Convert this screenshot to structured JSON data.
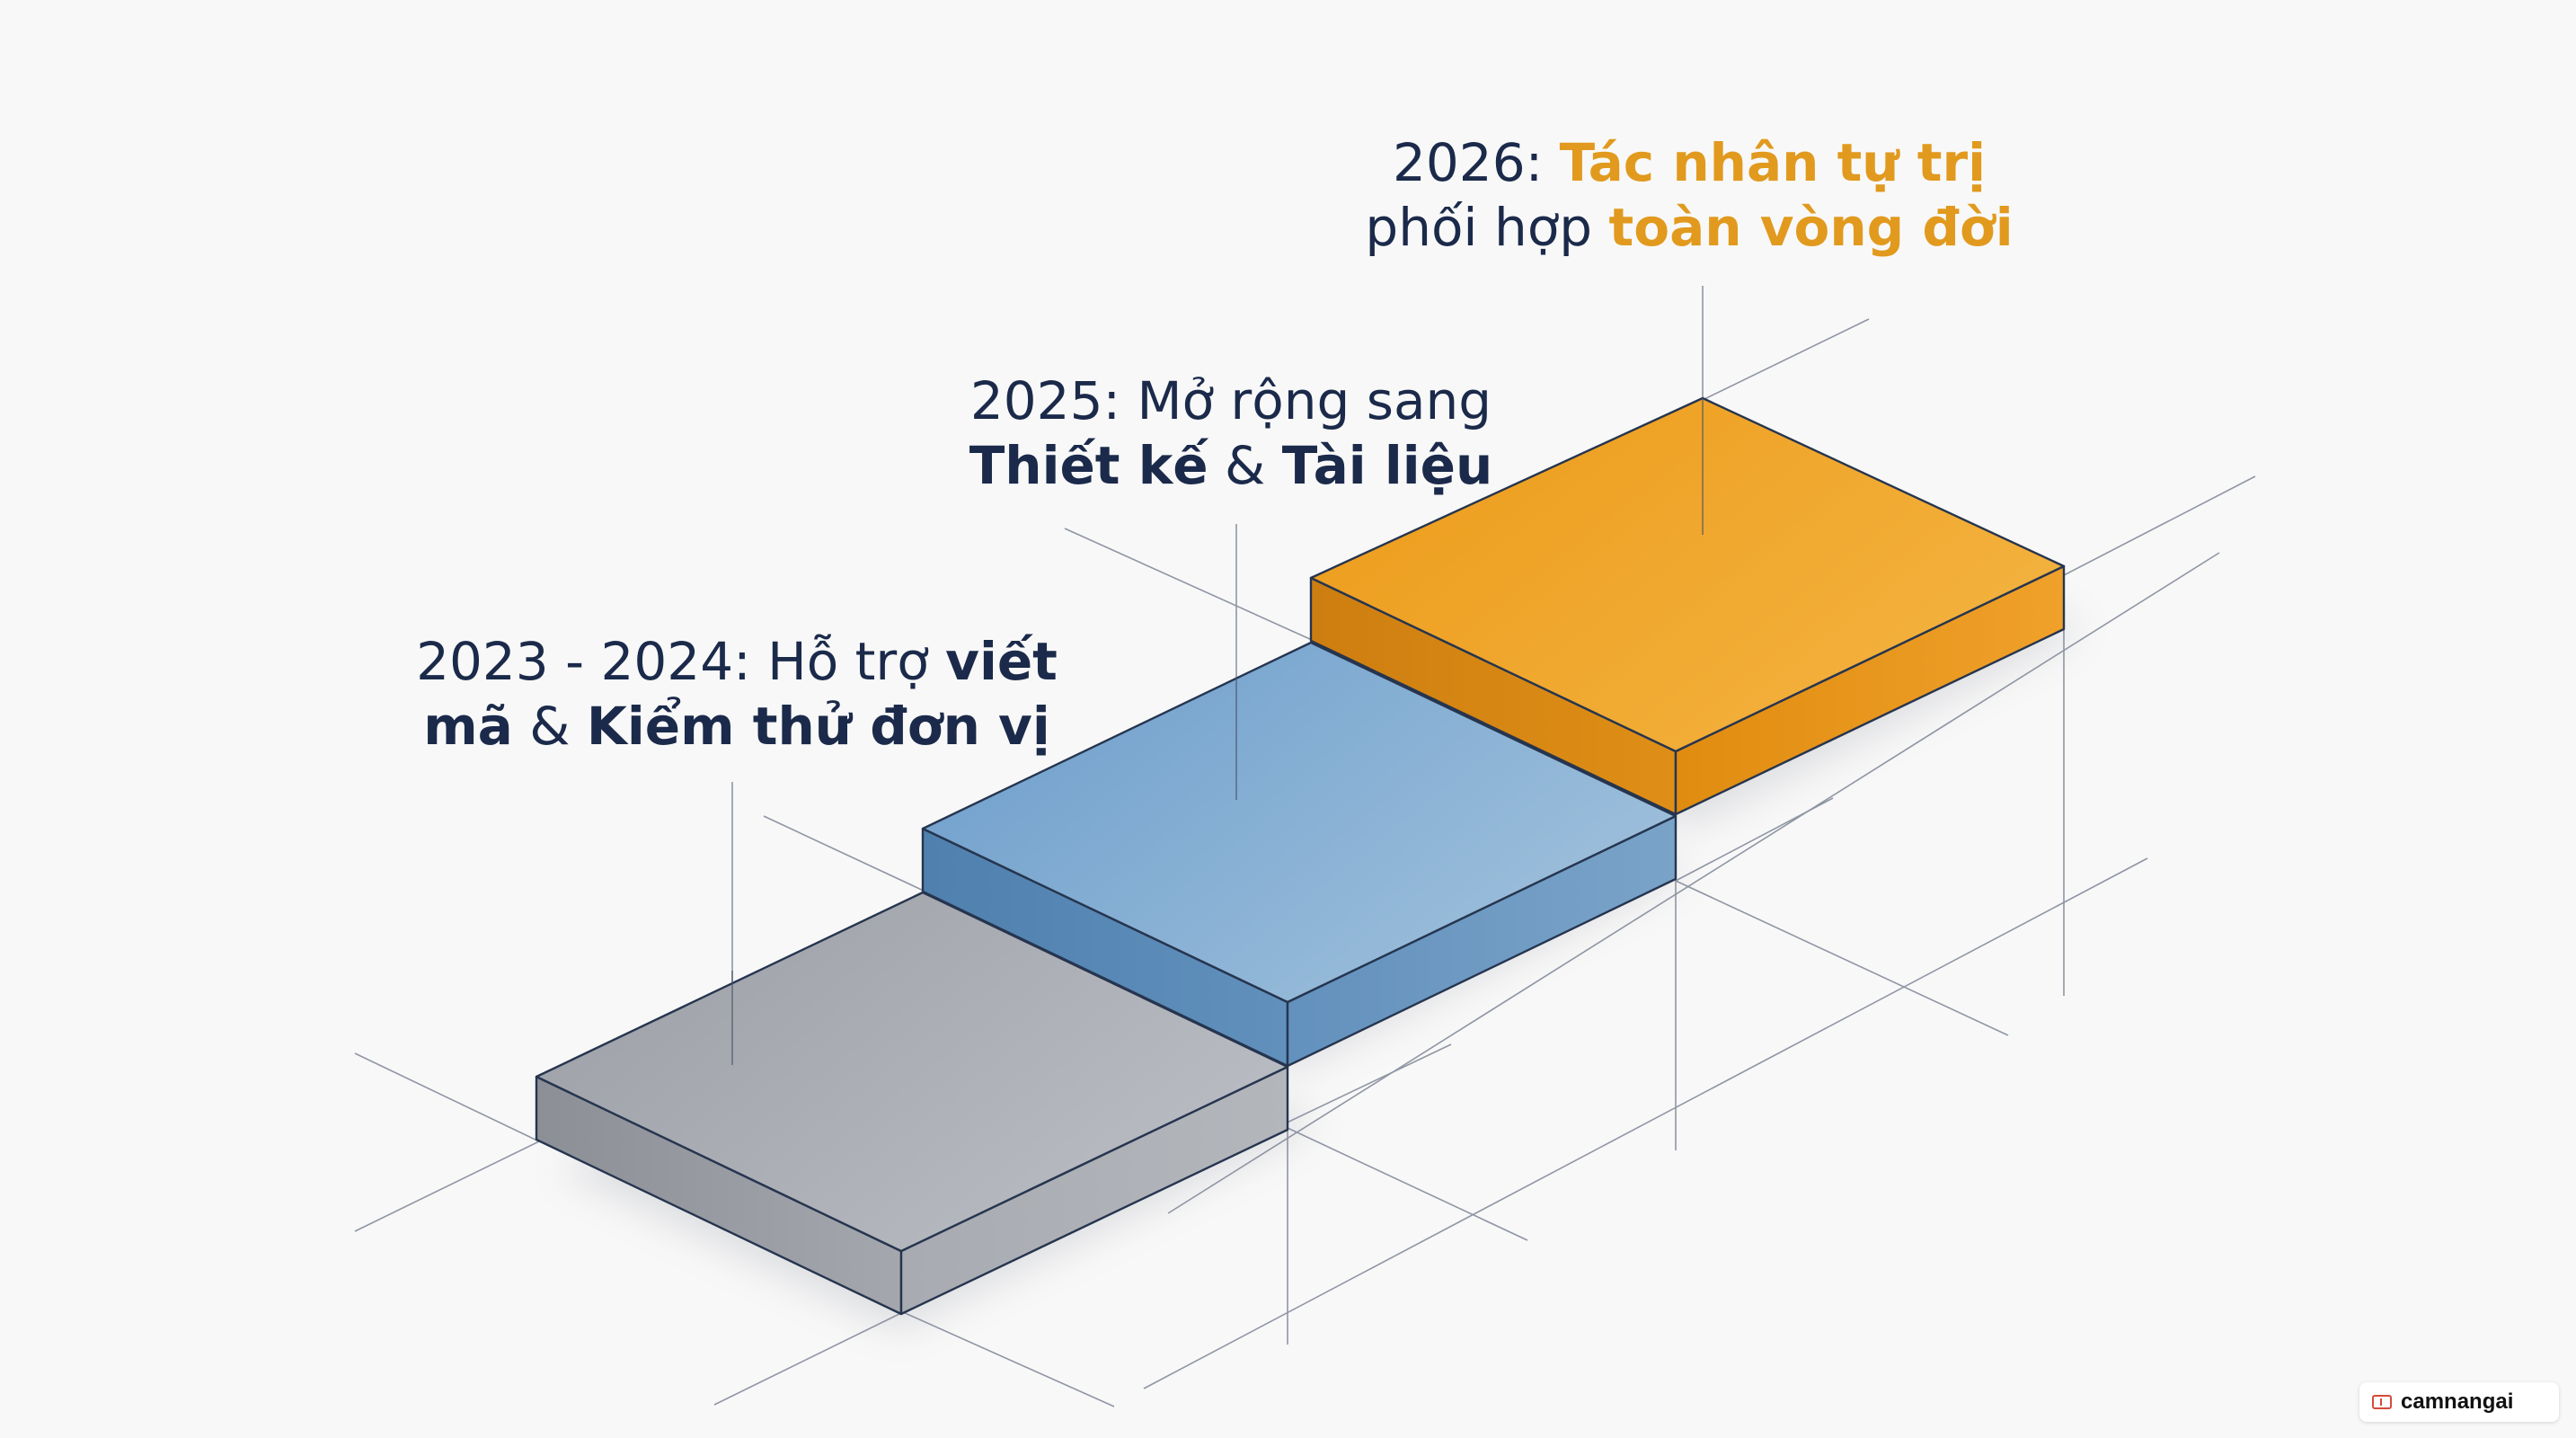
{
  "steps": [
    {
      "id": "2023-2024",
      "line1": [
        {
          "text": "2023 - 2024: Hỗ trợ ",
          "style": "plain"
        },
        {
          "text": "viết",
          "style": "strong"
        }
      ],
      "line2": [
        {
          "text": "mã",
          "style": "strong"
        },
        {
          "text": " & ",
          "style": "plain"
        },
        {
          "text": "Kiểm thử đơn vị",
          "style": "strong"
        }
      ],
      "color": "#a9acb3"
    },
    {
      "id": "2025",
      "line1": [
        {
          "text": "2025: Mở rộng sang",
          "style": "plain"
        }
      ],
      "line2": [
        {
          "text": "Thiết kế",
          "style": "strong"
        },
        {
          "text": " & ",
          "style": "plain"
        },
        {
          "text": "Tài liệu",
          "style": "strong"
        }
      ],
      "color": "#78a6cf"
    },
    {
      "id": "2026",
      "line1": [
        {
          "text": "2026: ",
          "style": "plain"
        },
        {
          "text": "Tác nhân tự trị",
          "style": "accent"
        }
      ],
      "line2": [
        {
          "text": "phối hợp ",
          "style": "plain"
        },
        {
          "text": "toàn vòng đời",
          "style": "accent"
        }
      ],
      "color": "#eea325"
    }
  ],
  "colors": {
    "text": "#1b2a4a",
    "accent": "#e19a1e",
    "edge": "#26354f",
    "guide": "#8f96a3",
    "background": "#f8f8f8"
  },
  "watermark": {
    "icon": "book-icon",
    "text": "camnangai"
  }
}
